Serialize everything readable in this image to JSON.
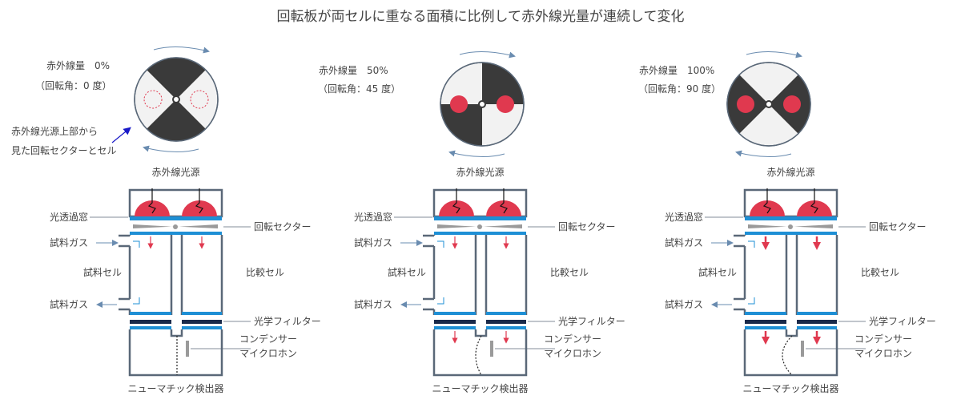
{
  "title": "回転板が両セルに重なる面積に比例して赤外線光量が連続して変化",
  "colors": {
    "sector_dark": "#3a3a3a",
    "sector_light": "#f2f2f2",
    "infrared_red": "#e0394f",
    "window_blue": "#1e8fd5",
    "filter_navy": "#1a2a4a",
    "wall": "#5a6878",
    "sector_gray": "#9a9a9a",
    "arrow_blue": "#6a8cb0",
    "annot_arrow": "#1a1ac8"
  },
  "left_side_labels": {
    "window": "光透過窓",
    "sample_gas_in": "試料ガス",
    "sample_cell": "試料セル",
    "sample_gas_out": "試料ガス"
  },
  "right_side_labels": {
    "sector": "回転セクター",
    "reference_cell": "比較セル",
    "optical_filter": "光学フィルター",
    "condenser_line1": "コンデンサー",
    "condenser_line2": "マイクロホン"
  },
  "source_label": "赤外線光源",
  "detector_label": "ニューマチック検出器",
  "view_annotation_line1": "赤外線光源上部から",
  "view_annotation_line2": "見た回転セクターとセル",
  "panels": [
    {
      "amount_label": "赤外線量　0%",
      "angle_label": "（回転角：0 度）",
      "overlap": 0.0
    },
    {
      "amount_label": "赤外線量　50%",
      "angle_label": "（回転角：45 度）",
      "overlap": 0.5
    },
    {
      "amount_label": "赤外線量　100%",
      "angle_label": "（回転角：90 度）",
      "overlap": 1.0
    }
  ]
}
